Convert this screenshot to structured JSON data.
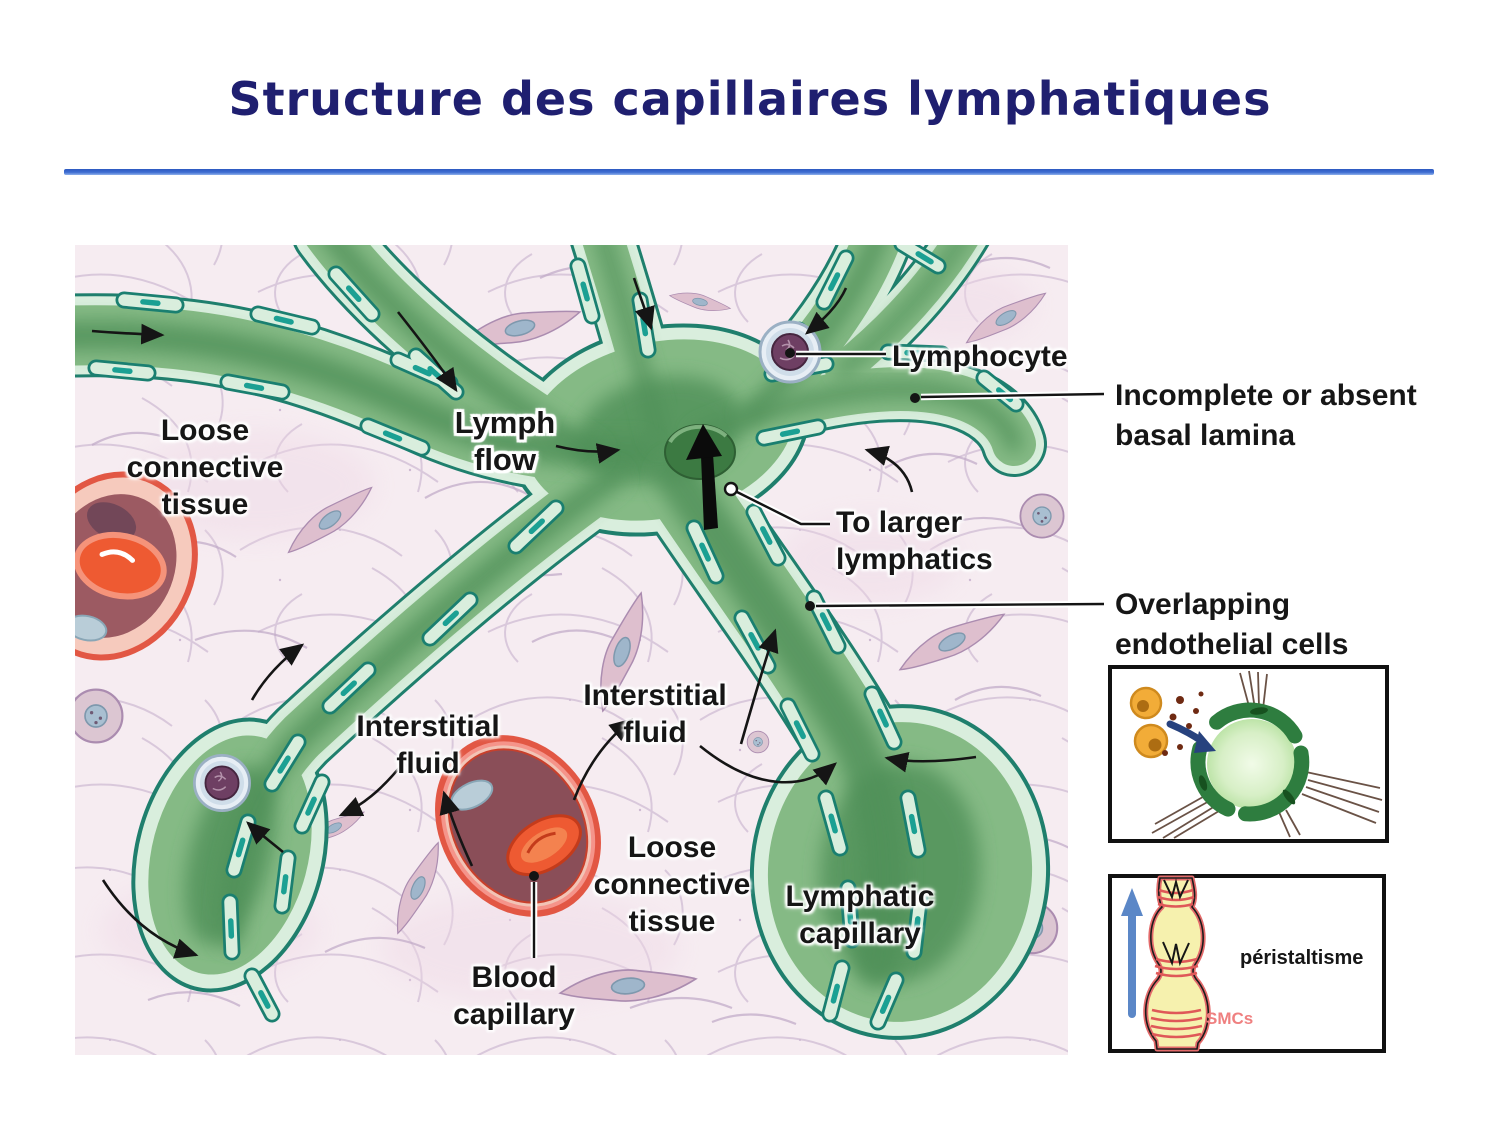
{
  "slide": {
    "title": "Structure des capillaires lymphatiques",
    "title_color": "#1f1f70",
    "rule_color": "#3f6ed2"
  },
  "figure": {
    "description": "Lymphatic capillaries branching in loose connective tissue, with blood capillary, lymphocytes and flow arrows",
    "labels": {
      "loose_left": [
        "Loose",
        "connective",
        "tissue"
      ],
      "lymph_flow": [
        "Lymph",
        "flow"
      ],
      "lymphocyte": "Lymphocyte",
      "incomplete_basal_lamina": [
        "Incomplete or absent",
        "basal lamina"
      ],
      "to_larger_lymphatics": [
        "To larger",
        "lymphatics"
      ],
      "overlapping_endothelial": [
        "Overlapping",
        "endothelial cells"
      ],
      "interstitial_left": [
        "Interstitial",
        "fluid"
      ],
      "interstitial_center": [
        "Interstitial",
        "fluid"
      ],
      "loose_center": [
        "Loose",
        "connective",
        "tissue"
      ],
      "blood_capillary": [
        "Blood",
        "capillary"
      ],
      "lymphatic_capillary": [
        "Lymphatic",
        "capillary"
      ]
    },
    "insets": {
      "overlap_cross_section": {
        "shows": "cross-section of lymphatic capillary with overlapping endothelial cells, anchoring filaments and entering interstitial fluid/cells"
      },
      "peristalsis": {
        "label": "péristaltisme",
        "smcs": "SMCs",
        "smcs_color": "#ef8080",
        "arrow_color": "#5b87c7"
      }
    },
    "palette": {
      "lymph_vessel_green": "#85ba85",
      "lymph_core_green": "#4f9058",
      "endothelium_pale": "#d9eedd",
      "endothelium_nucleus_teal": "#1ba093",
      "background_pink": "#f6ecf1",
      "fiber_lavender": "#bfa8c6",
      "blood_red": "#e25744",
      "rbc_orange": "#ee5a32",
      "lymphocyte_purple": "#6e3f63"
    }
  }
}
